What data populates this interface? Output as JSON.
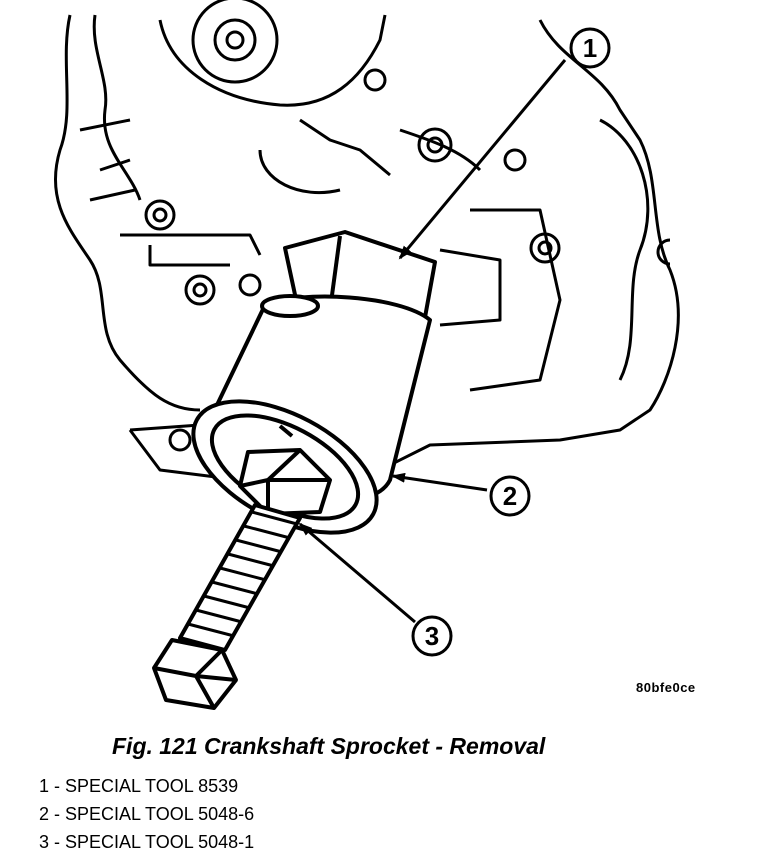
{
  "figure": {
    "caption": "Fig. 121 Crankshaft Sprocket - Removal",
    "image_code": "80bfe0ce",
    "callouts": [
      {
        "num": "1"
      },
      {
        "num": "2"
      },
      {
        "num": "3"
      }
    ]
  },
  "legend": {
    "items": [
      {
        "text": "1 - SPECIAL TOOL 8539"
      },
      {
        "text": "2 - SPECIAL TOOL 5048-6"
      },
      {
        "text": "3 - SPECIAL TOOL 5048-1"
      }
    ]
  }
}
